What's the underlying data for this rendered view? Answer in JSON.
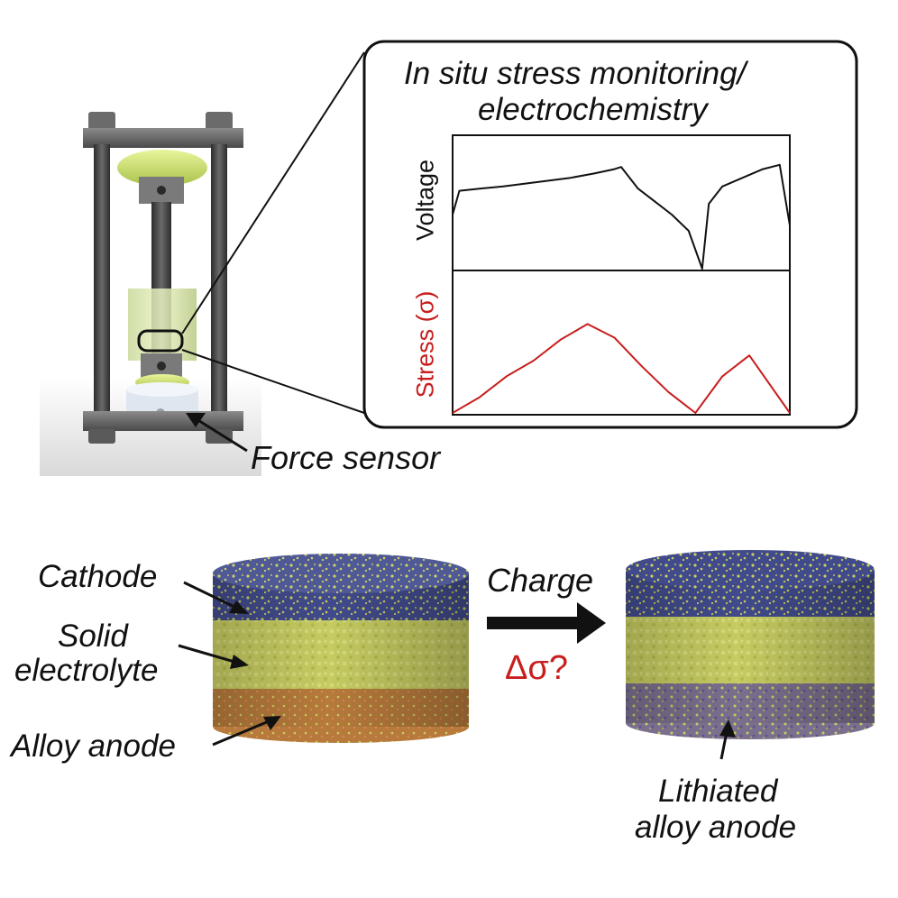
{
  "panel": {
    "title_line1": "In situ stress monitoring/",
    "title_line2": "electrochemistry",
    "voltage_label": "Voltage",
    "stress_label": "Stress (σ)"
  },
  "labels": {
    "force_sensor": "Force sensor",
    "cathode": "Cathode",
    "solid_line1": "Solid",
    "solid_line2": "electrolyte",
    "alloy_anode": "Alloy anode",
    "charge": "Charge",
    "delta_sigma": "Δσ?",
    "lithiated_line1": "Lithiated",
    "lithiated_line2": "alloy anode"
  },
  "chart_data": [
    {
      "type": "line",
      "title": "",
      "ylabel": "Voltage",
      "x": [
        0,
        0.02,
        0.08,
        0.15,
        0.25,
        0.35,
        0.42,
        0.48,
        0.5,
        0.55,
        0.6,
        0.65,
        0.7,
        0.74,
        0.76,
        0.8,
        0.86,
        0.92,
        0.97,
        1.0
      ],
      "values": [
        0.5,
        0.72,
        0.74,
        0.76,
        0.8,
        0.84,
        0.88,
        0.92,
        0.94,
        0.74,
        0.62,
        0.5,
        0.35,
        0.0,
        0.6,
        0.76,
        0.84,
        0.92,
        0.96,
        0.4
      ],
      "colors": {
        "line": "#111111"
      }
    },
    {
      "type": "line",
      "title": "",
      "ylabel": "Stress (σ)",
      "x": [
        0,
        0.08,
        0.16,
        0.24,
        0.32,
        0.4,
        0.48,
        0.56,
        0.64,
        0.72,
        0.8,
        0.88,
        1.0
      ],
      "values": [
        0.0,
        0.15,
        0.35,
        0.5,
        0.7,
        0.85,
        0.72,
        0.45,
        0.2,
        0.0,
        0.35,
        0.55,
        0.0
      ],
      "colors": {
        "line": "#c81e1e"
      }
    }
  ],
  "colors": {
    "stress": "#c81e1e",
    "electrolyte": "#c9cf63",
    "cathode": "#3f4a8f",
    "anode": "#b8783a"
  }
}
